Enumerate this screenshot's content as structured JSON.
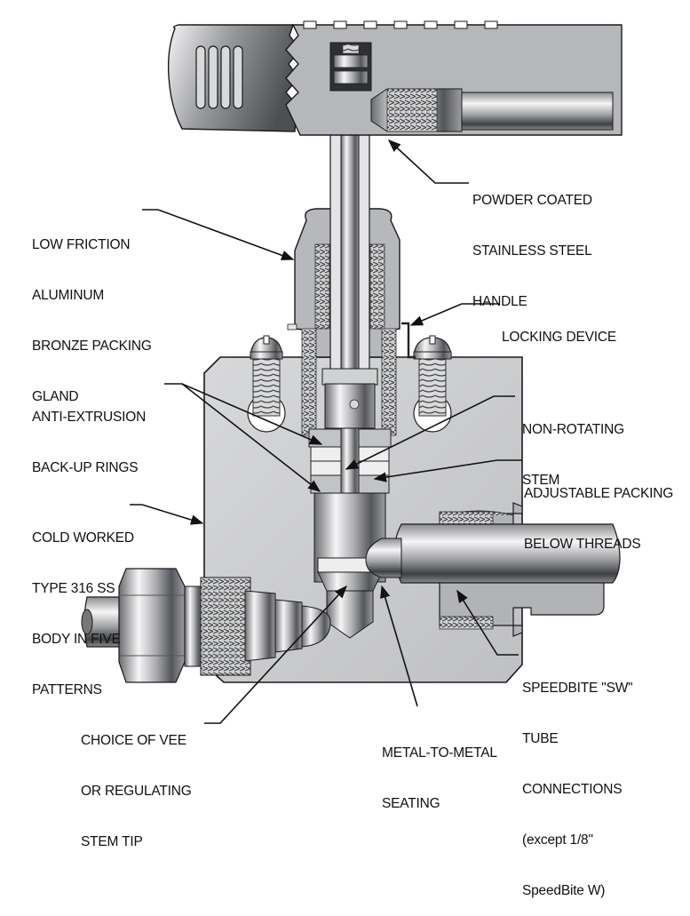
{
  "diagram": {
    "subject": "Needle valve cutaway",
    "callouts": [
      {
        "id": "handle",
        "lines": [
          "POWDER COATED",
          "STAINLESS STEEL",
          "HANDLE"
        ]
      },
      {
        "id": "packing-gland",
        "lines": [
          "LOW FRICTION",
          "ALUMINUM",
          "BRONZE PACKING",
          "GLAND"
        ]
      },
      {
        "id": "locking-device",
        "lines": [
          "LOCKING DEVICE"
        ]
      },
      {
        "id": "back-up-rings",
        "lines": [
          "ANTI-EXTRUSION",
          "BACK-UP RINGS"
        ]
      },
      {
        "id": "non-rotating-stem",
        "lines": [
          "NON-ROTATING",
          "STEM"
        ]
      },
      {
        "id": "adjustable-packing",
        "lines": [
          "ADJUSTABLE PACKING",
          "BELOW THREADS"
        ]
      },
      {
        "id": "body",
        "lines": [
          "COLD WORKED",
          "TYPE 316 SS",
          "BODY IN FIVE",
          "PATTERNS"
        ]
      },
      {
        "id": "tube-connections",
        "lines": [
          "SPEEDBITE \"SW\"",
          "TUBE",
          "CONNECTIONS",
          "(except 1/8\"",
          "SpeedBite W)"
        ]
      },
      {
        "id": "stem-tip",
        "lines": [
          "CHOICE OF VEE",
          "OR REGULATING",
          "STEM TIP"
        ]
      },
      {
        "id": "seating",
        "lines": [
          "METAL-TO-METAL",
          "SEATING"
        ]
      }
    ],
    "colors": {
      "body": "#c9cacc",
      "handle": "#b4b5b8",
      "metal_dark": "#5c5d60",
      "metal_light": "#f2f2f3",
      "outline": "#1a1a1a",
      "text": "#111111"
    }
  }
}
